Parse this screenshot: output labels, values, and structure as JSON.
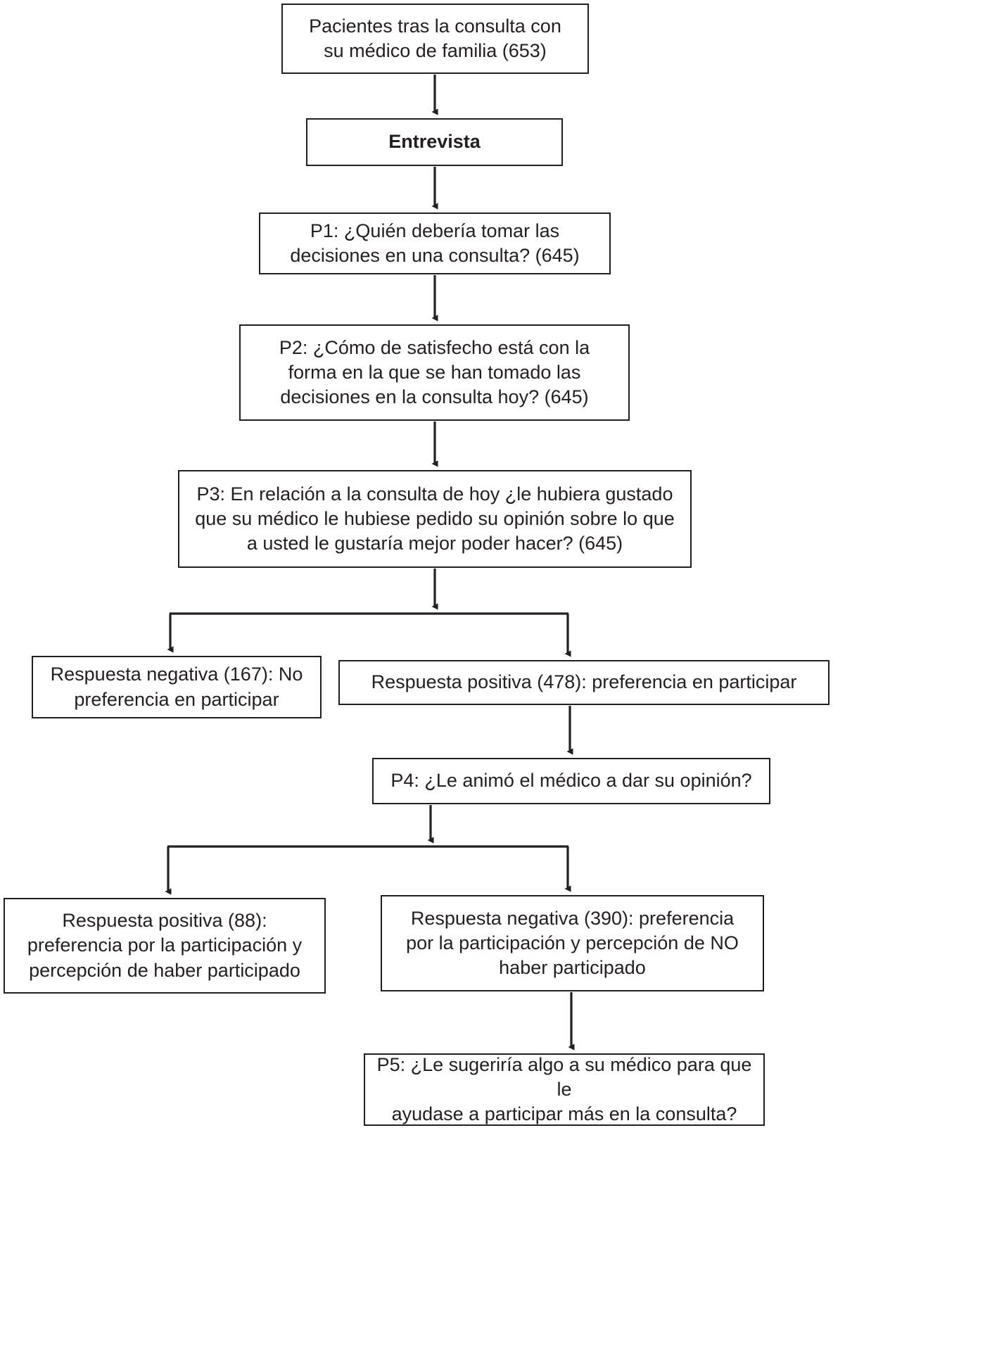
{
  "diagram": {
    "title": "Diagrama de flujo del estudio: entrevista a pacientes tras la consulta",
    "language": "es",
    "type": "flowchart",
    "stroke_color": "#231f20",
    "background_color": "#ffffff",
    "nodes": [
      {
        "id": "pacientes",
        "label": "Pacientes  tras la consulta con\nsu médico de familia (653)",
        "count": 653,
        "bold": false
      },
      {
        "id": "entrevista",
        "label": "Entrevista",
        "bold": true
      },
      {
        "id": "p1",
        "label": "P1: ¿Quién debería tomar las\ndecisiones en una consulta? (645)",
        "count": 645,
        "bold": false
      },
      {
        "id": "p2",
        "label": "P2: ¿Cómo de satisfecho está con la\nforma en la que se han tomado las\ndecisiones en la consulta hoy? (645)",
        "count": 645,
        "bold": false
      },
      {
        "id": "p3",
        "label": "P3: En relación a la consulta de hoy ¿le hubiera gustado\nque su médico le hubiese pedido su opinión sobre lo que\na usted le gustaría mejor poder hacer? (645)",
        "count": 645,
        "bold": false
      },
      {
        "id": "resp_neg_167",
        "label": "Respuesta negativa (167): No\npreferencia en participar",
        "count": 167,
        "bold": false
      },
      {
        "id": "resp_pos_478",
        "label": "Respuesta positiva (478): preferencia en participar",
        "count": 478,
        "bold": false
      },
      {
        "id": "p4",
        "label": "P4: ¿Le animó el médico a dar su opinión?",
        "bold": false
      },
      {
        "id": "resp_pos_88",
        "label": "Respuesta positiva (88):\npreferencia por la participación y\npercepción de haber participado",
        "count": 88,
        "bold": false
      },
      {
        "id": "resp_neg_390",
        "label": "Respuesta negativa (390): preferencia\npor la participación y percepción de NO\nhaber participado",
        "count": 390,
        "bold": false
      },
      {
        "id": "p5",
        "label": "P5: ¿Le sugeriría algo a su médico para que le\nayudase a participar más en la consulta?",
        "bold": false
      }
    ],
    "edges": [
      {
        "from": "pacientes",
        "to": "entrevista",
        "style": "arrow"
      },
      {
        "from": "entrevista",
        "to": "p1",
        "style": "arrow"
      },
      {
        "from": "p1",
        "to": "p2",
        "style": "arrow"
      },
      {
        "from": "p2",
        "to": "p3",
        "style": "arrow"
      },
      {
        "from": "p3",
        "to": "resp_neg_167",
        "style": "elbow-arrow"
      },
      {
        "from": "p3",
        "to": "resp_pos_478",
        "style": "elbow-arrow"
      },
      {
        "from": "resp_pos_478",
        "to": "p4",
        "style": "arrow"
      },
      {
        "from": "p4",
        "to": "resp_pos_88",
        "style": "elbow-arrow"
      },
      {
        "from": "p4",
        "to": "resp_neg_390",
        "style": "elbow-arrow"
      },
      {
        "from": "resp_neg_390",
        "to": "p5",
        "style": "arrow"
      }
    ]
  }
}
